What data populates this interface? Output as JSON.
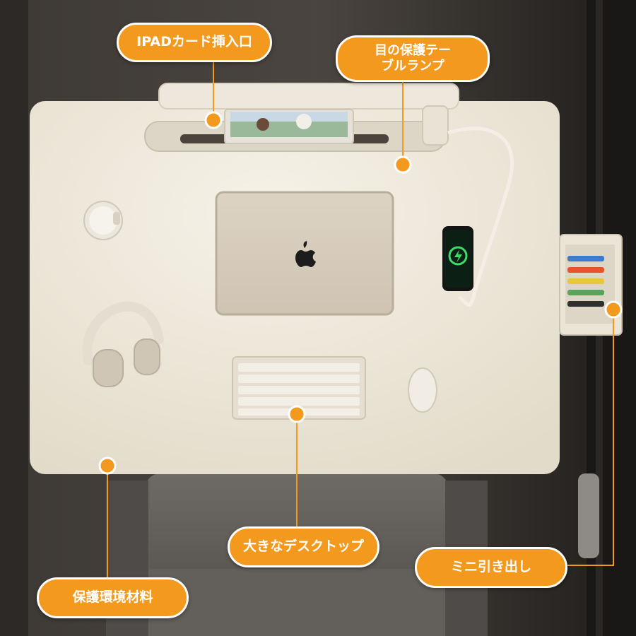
{
  "callouts": {
    "ipad_slot": "IPADカード挿入口",
    "eye_lamp": "目の保護テー\nブルランプ",
    "large_desktop": "大きなデスクトップ",
    "mini_drawer": "ミニ引き出し",
    "eco_material": "保護環境材料"
  },
  "colors": {
    "accent": "#f39a1e",
    "desk_surface": "#ece6d6",
    "background": "#3a3632"
  },
  "icons": [
    "apple-logo-icon",
    "wireless-charging-icon"
  ]
}
